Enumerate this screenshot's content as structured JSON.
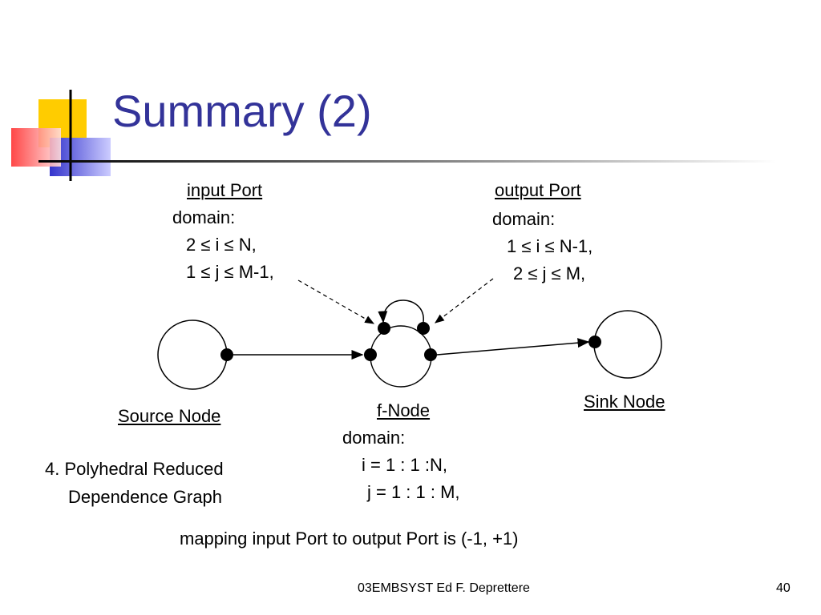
{
  "slide": {
    "title": "Summary (2)",
    "colors": {
      "title": "#333399",
      "accent_yellow": "#ffcc00",
      "accent_red": "#ff3333",
      "accent_blue": "#3333cc"
    }
  },
  "input_port": {
    "label": "input Port",
    "domain_label": "domain:",
    "line1": "2 ≤ i ≤ N,",
    "line2": "1 ≤ j ≤ M-1,"
  },
  "output_port": {
    "label": "output Port",
    "domain_label": "domain:",
    "line1": "1 ≤ i ≤ N-1,",
    "line2": "2 ≤ j ≤ M,"
  },
  "nodes": {
    "source": "Source Node",
    "sink": "Sink Node",
    "f_node": {
      "label": "f-Node",
      "domain_label": "domain:",
      "line1": "i = 1 : 1 :N,",
      "line2": "j = 1 : 1 : M,"
    }
  },
  "caption": {
    "line1": "4. Polyhedral Reduced",
    "line2": "Dependence Graph"
  },
  "mapping": "mapping input Port to  output Port is (-1, +1)",
  "footer": {
    "center": "03EMBSYST Ed F. Deprettere",
    "page": "40"
  }
}
